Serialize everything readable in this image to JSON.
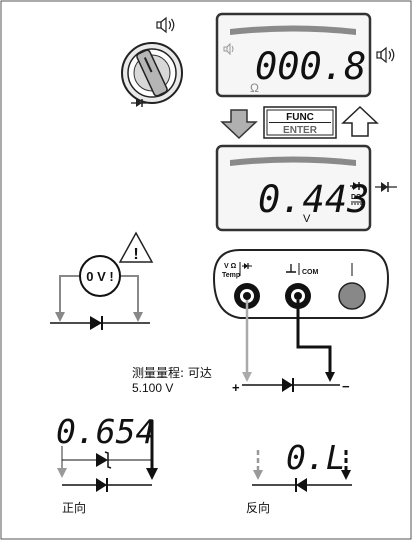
{
  "display_top": {
    "reading": "000.8",
    "unit": "Ω"
  },
  "display_bottom": {
    "reading": "0.443",
    "unit": "V",
    "dc_label": "DC"
  },
  "func_button": {
    "line1": "FUNC",
    "line2": "ENTER"
  },
  "overload_badge": "0 V !",
  "jacks": {
    "v_label": "V Ω",
    "temp_label": "Temp",
    "com_label": "COM"
  },
  "range_note": {
    "line1": "测量量程: 可达",
    "line2": "5.100 V"
  },
  "polarity": {
    "plus": "+",
    "minus": "−"
  },
  "forward": {
    "reading": "0.654",
    "caption": "正向"
  },
  "reverse": {
    "reading": "0.L",
    "caption": "反向"
  },
  "colors": {
    "grey": "#9a9a9a",
    "dark": "#111111",
    "display_bg": "#f6f6f6"
  }
}
